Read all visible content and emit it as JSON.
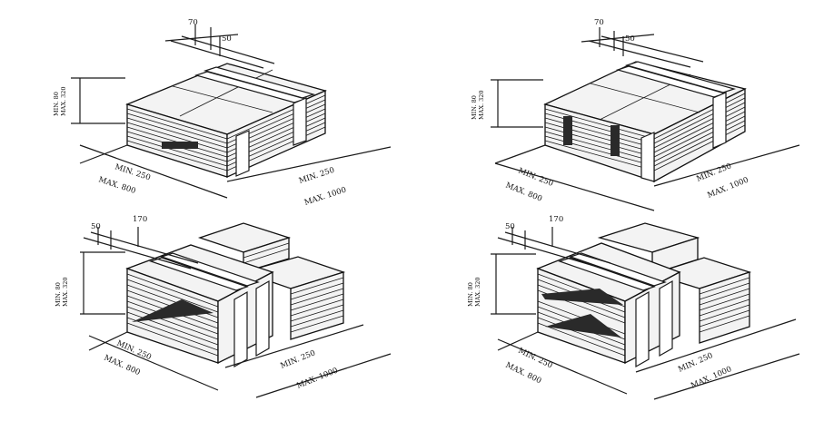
{
  "figure": {
    "panels": [
      {
        "id": "top-left",
        "gap_top": "70",
        "gap_strap": "50",
        "height_min": "MIN. 80",
        "height_max": "MAX. 320",
        "width_min": "MIN. 250",
        "width_max": "MAX. 800",
        "length_min": "MIN. 250",
        "length_max": "MAX. 1000"
      },
      {
        "id": "top-right",
        "gap_top": "70",
        "gap_strap": "50",
        "height_min": "MIN. 80",
        "height_max": "MAX. 320",
        "width_min": "MIN. 250",
        "width_max": "MAX. 800",
        "length_min": "MIN. 250",
        "length_max": "MAX. 1000"
      },
      {
        "id": "bottom-left",
        "gap_top": "50",
        "gap_strap": "170",
        "height_min": "MIN. 80",
        "height_max": "MAX. 320",
        "width_min": "MIN. 250",
        "width_max": "MAX. 800",
        "length_min": "MIN. 250",
        "length_max": "MAX. 1000"
      },
      {
        "id": "bottom-right",
        "gap_top": "50",
        "gap_strap": "170",
        "height_min": "MIN. 80",
        "height_max": "MAX. 320",
        "width_min": "MIN. 250",
        "width_max": "MAX. 800",
        "length_min": "MIN. 250",
        "length_max": "MAX. 1000"
      }
    ]
  }
}
